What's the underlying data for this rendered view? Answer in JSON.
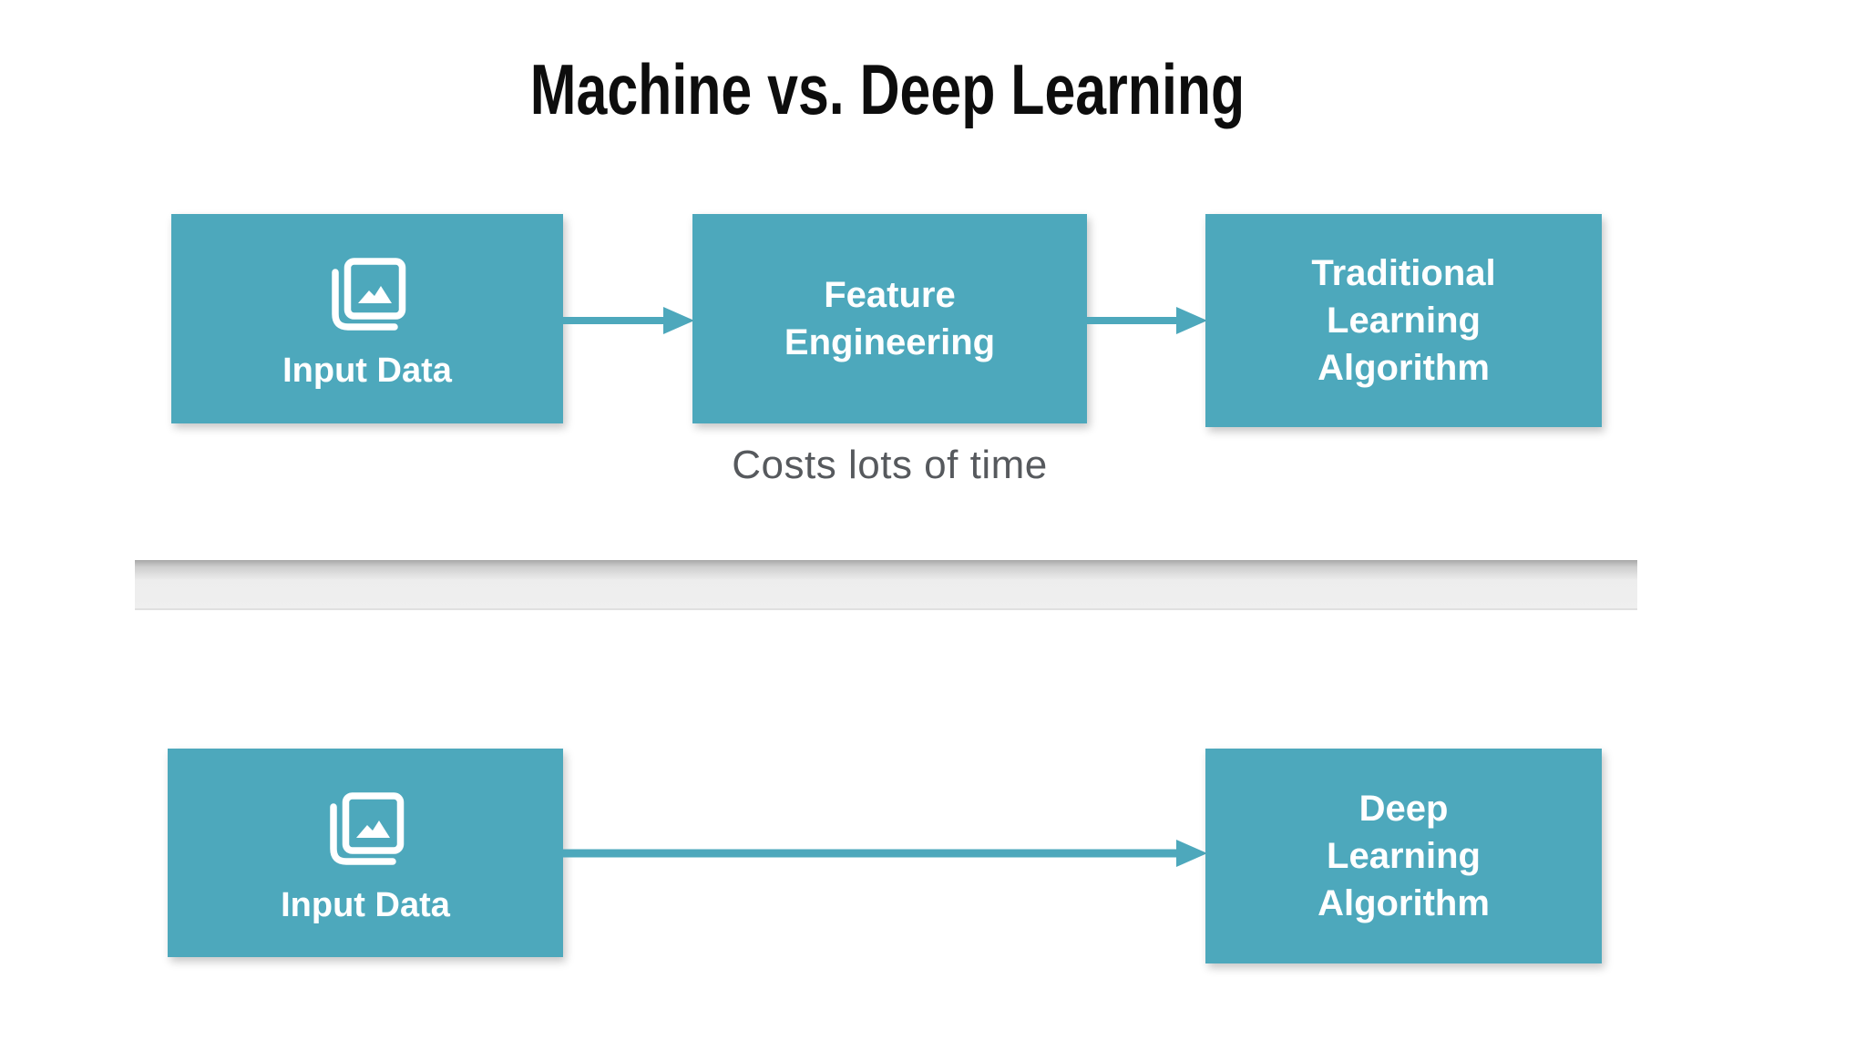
{
  "title": "Machine vs. Deep Learning",
  "colors": {
    "accent": "#4DA8BC",
    "box_text": "#FFFFFF",
    "title_text": "#0D0D0D",
    "caption_text": "#56595D",
    "divider_fill": "#EFEFEF"
  },
  "machine_learning_row": {
    "input_box": {
      "label": "Input Data",
      "icon": "photo-stack-icon"
    },
    "feature_box": {
      "lines": [
        "Feature",
        "Engineering"
      ]
    },
    "algorithm_box": {
      "lines": [
        "Traditional",
        "Learning",
        "Algorithm"
      ]
    },
    "caption": "Costs lots of time"
  },
  "deep_learning_row": {
    "input_box": {
      "label": "Input Data",
      "icon": "photo-stack-icon"
    },
    "algorithm_box": {
      "lines": [
        "Deep",
        "Learning",
        "Algorithm"
      ]
    }
  }
}
